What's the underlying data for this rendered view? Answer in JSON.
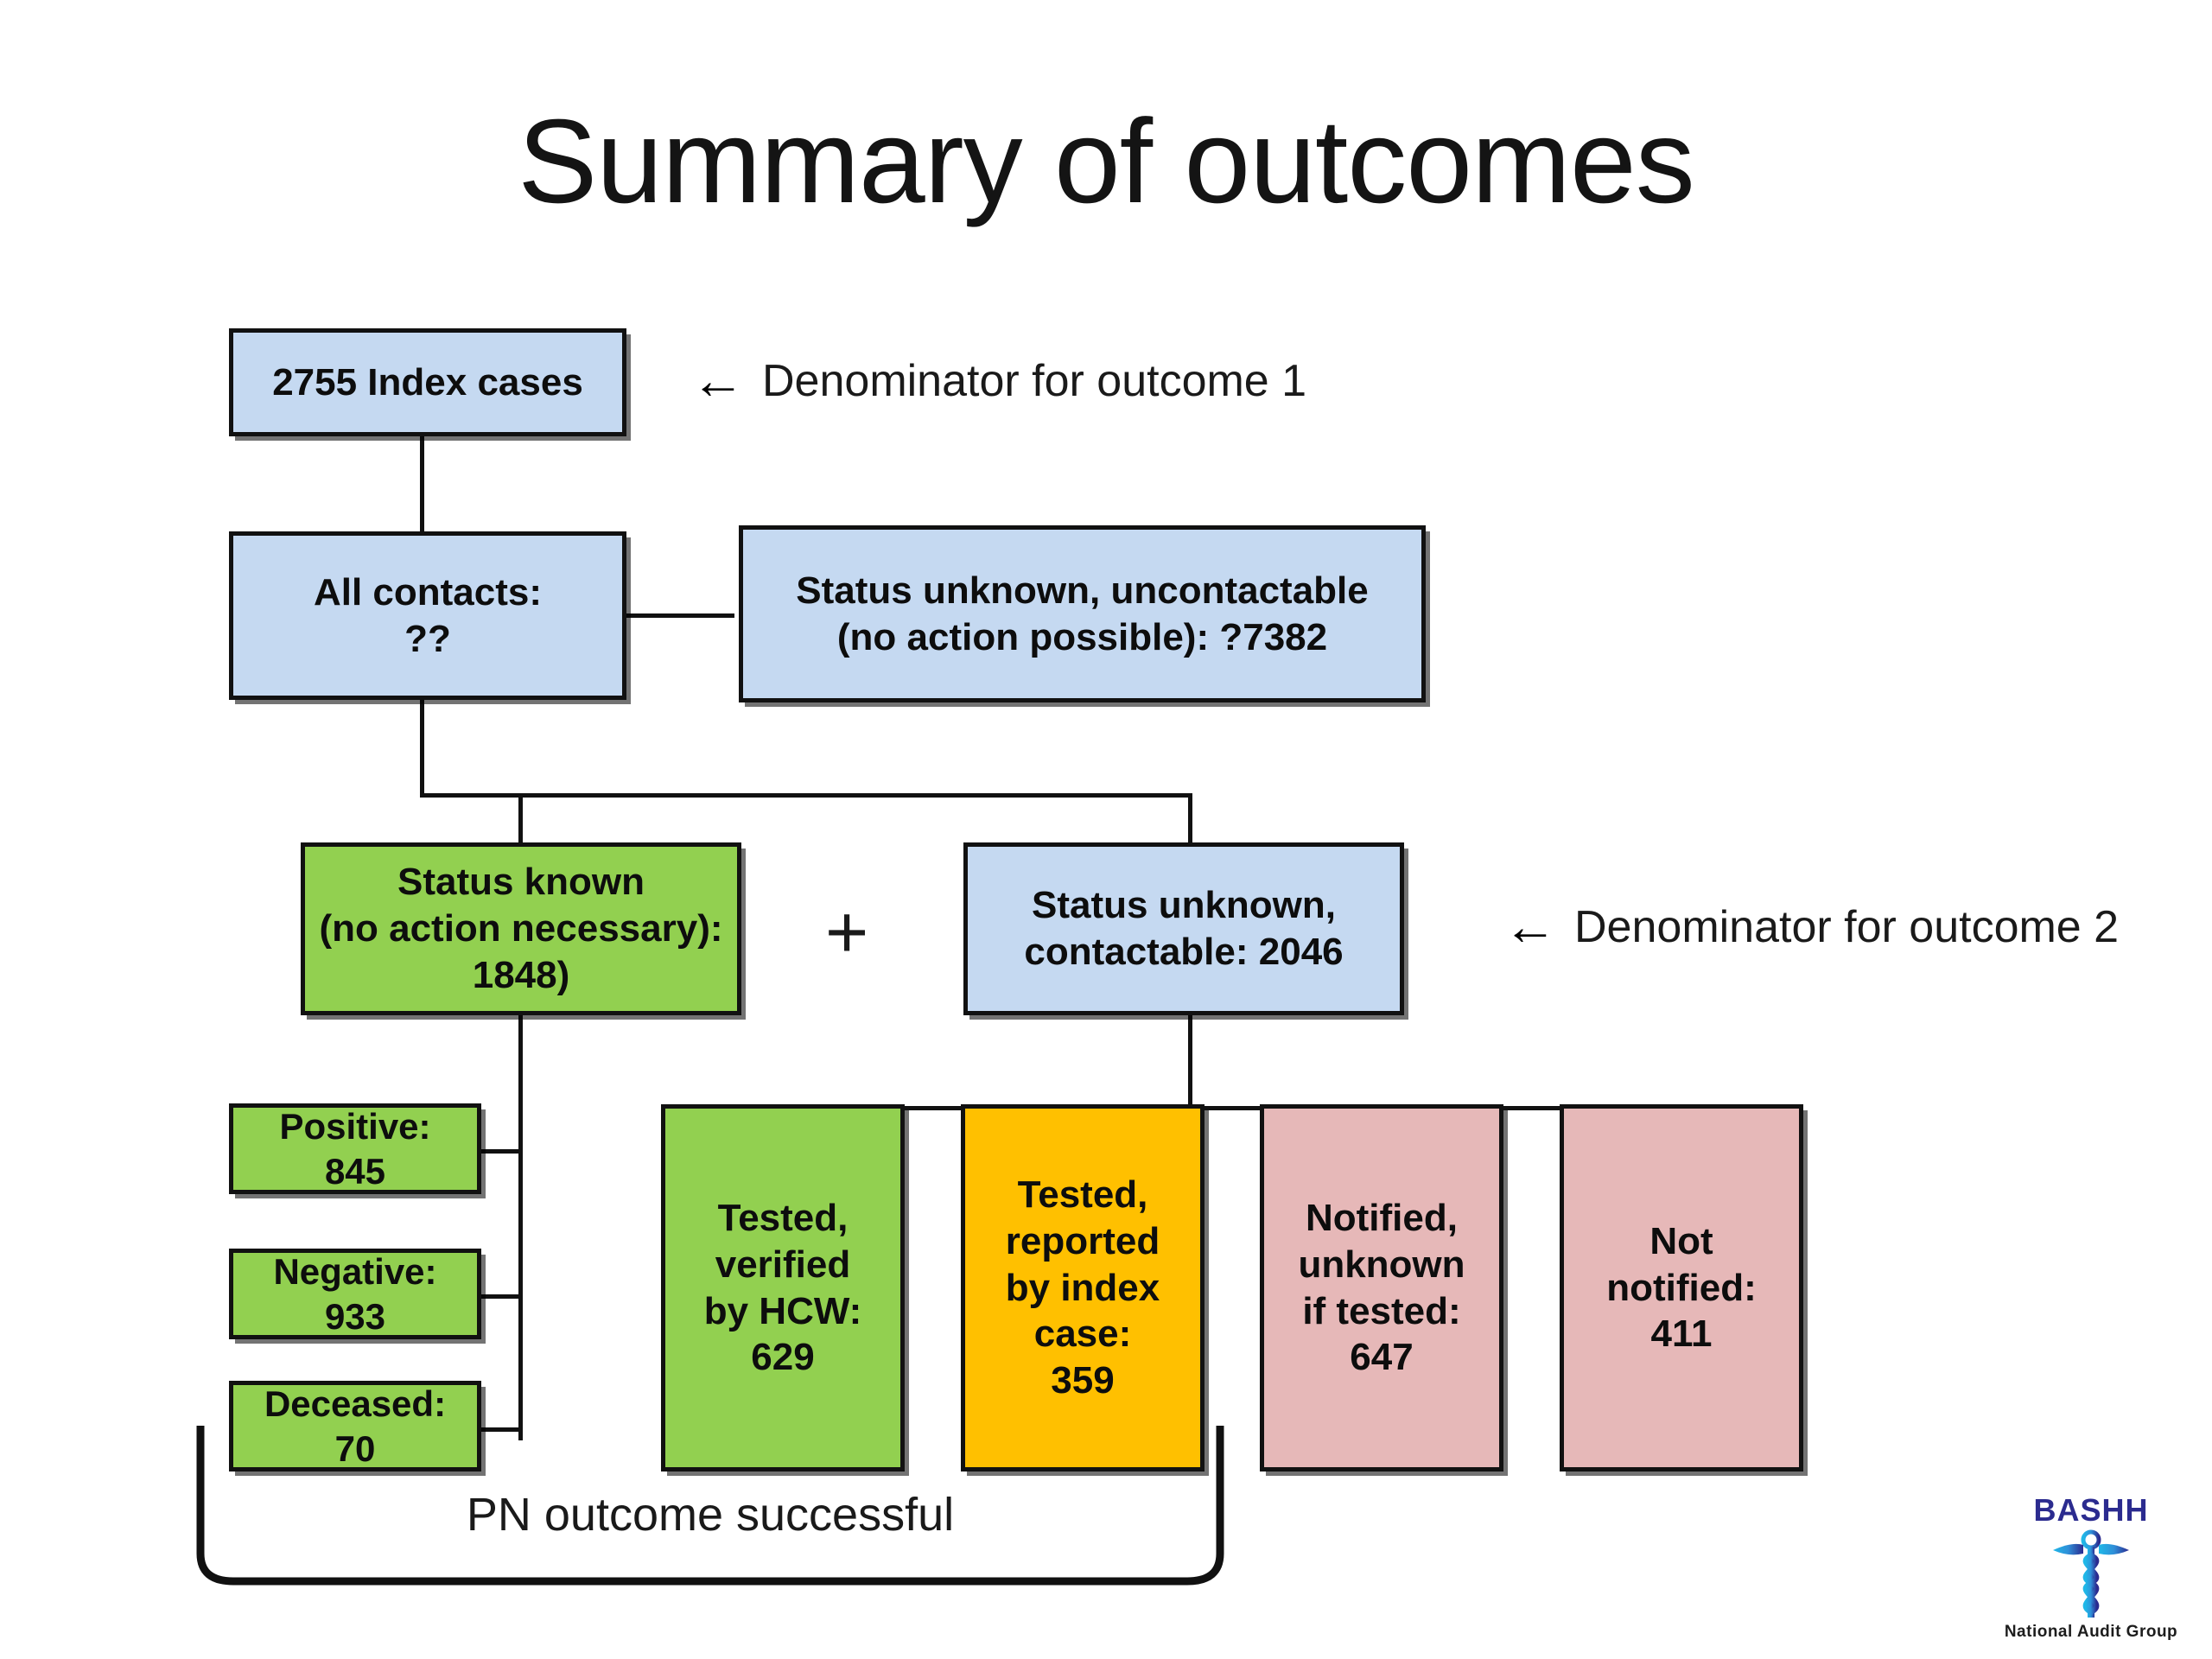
{
  "slide": {
    "title": "Summary of outcomes",
    "background_color": "#FFFFFF"
  },
  "palette": {
    "blue": "#C5D9F1",
    "green": "#92D050",
    "amber": "#FFC000",
    "pink": "#E6B8B8",
    "outline": "#111111",
    "text": "#0D0D0D",
    "logo_blue": "#2B2B8F"
  },
  "nodes": {
    "index_cases": "2755 Index cases",
    "all_contacts": "All contacts:\n??",
    "status_unknown_uncontactable": "Status unknown, uncontactable\n(no action possible): ?7382",
    "status_known": "Status known\n(no action necessary):\n1848)",
    "status_unknown_contactable": "Status unknown,\ncontactable: 2046",
    "positive": "Positive:\n845",
    "negative": "Negative:\n933",
    "deceased": "Deceased:\n70",
    "tested_verified_hcw": "Tested,\nverified\nby HCW:\n629",
    "tested_reported_index": "Tested,\nreported\nby index\ncase:\n359",
    "notified_unknown_tested": "Notified,\nunknown\nif tested:\n647",
    "not_notified": "Not\nnotified:\n411"
  },
  "values": {
    "index_cases": 2755,
    "status_unknown_uncontactable": 7382,
    "status_known": 1848,
    "status_unknown_contactable": 2046,
    "positive": 845,
    "negative": 933,
    "deceased": 70,
    "tested_verified_hcw": 629,
    "tested_reported_index": 359,
    "notified_unknown_tested": 647,
    "not_notified": 411
  },
  "annotations": {
    "arrow_glyph": "←",
    "outcome_1": "Denominator for outcome 1",
    "outcome_2": "Denominator for outcome 2",
    "plus": "+",
    "pn_outcome": "PN outcome successful"
  },
  "logo": {
    "wordmark": "BASHH",
    "tagline": "National Audit Group"
  }
}
